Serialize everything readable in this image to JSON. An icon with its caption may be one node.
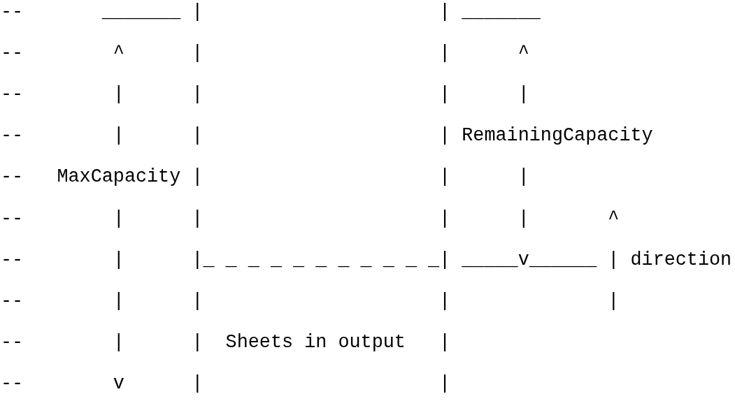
{
  "diagram": {
    "labels": [
      "--",
      "_______",
      "|",
      "|",
      "_______",
      "--",
      "^",
      "|",
      "|",
      "^",
      "--",
      "|",
      "|",
      "|",
      "|",
      "--",
      "|",
      "|",
      "|",
      "RemainingCapacity",
      "--",
      "MaxCapacity",
      "|",
      "|",
      "|",
      "--",
      "|",
      "|",
      "|",
      "|",
      "^",
      "--",
      "|",
      "|",
      "_ _ _ _ _ _ _ _ _ _ _",
      "|",
      "_____v______",
      "|",
      "direction",
      "--",
      "|",
      "|",
      "|",
      "|",
      "--",
      "|",
      "|",
      "Sheets in output",
      "|",
      "--",
      "v",
      "|",
      "|"
    ]
  }
}
